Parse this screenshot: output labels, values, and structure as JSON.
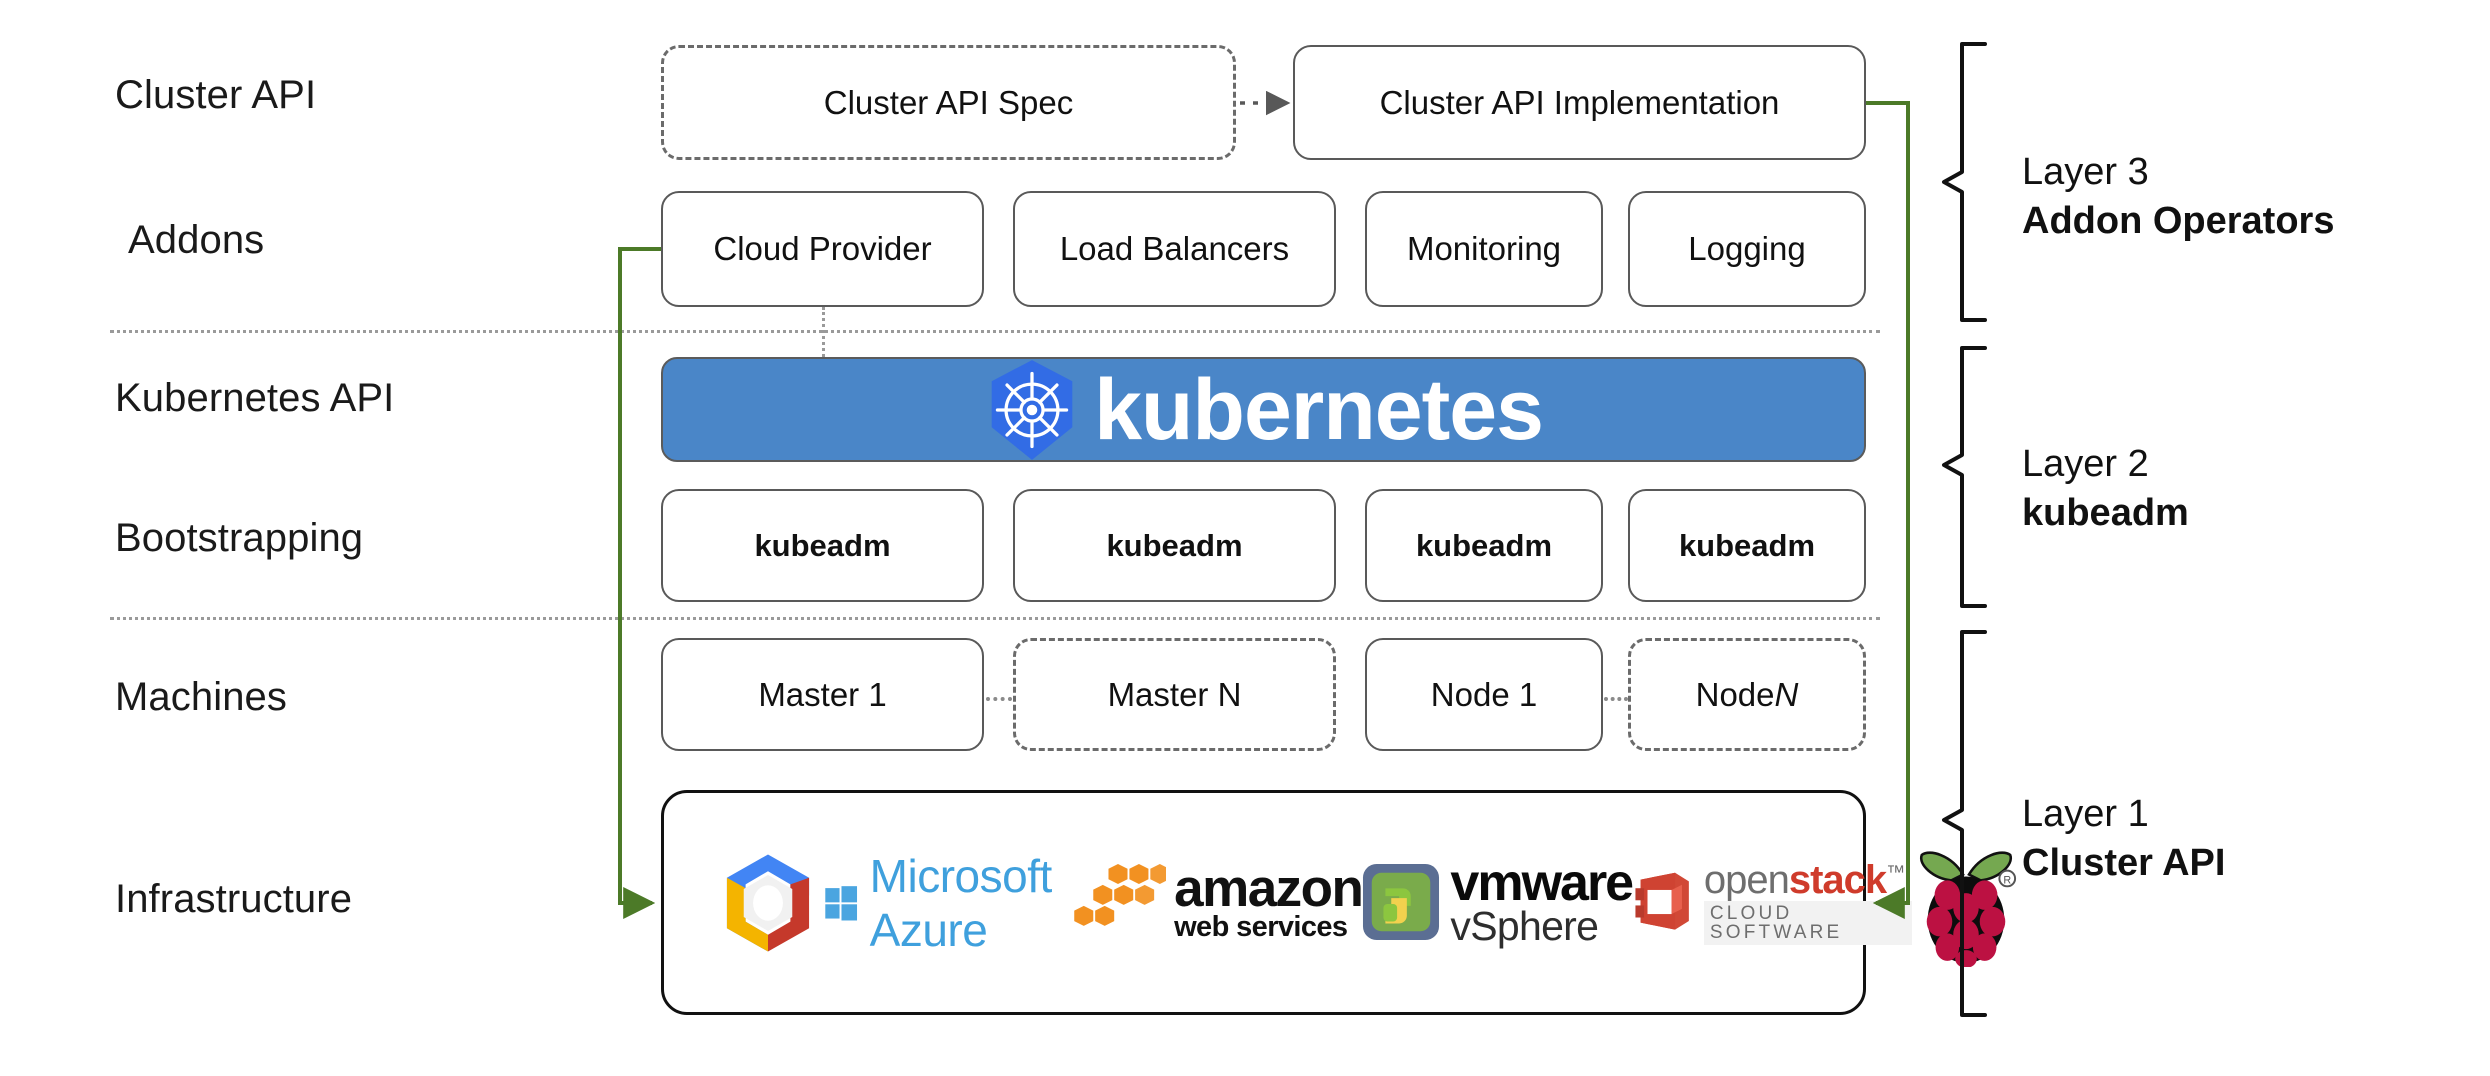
{
  "diagram": {
    "title": "Kubernetes Cluster API layered architecture",
    "accent_green": "#4c7a28",
    "kube_bar_color": "#4a86c8",
    "kube_logo_color": "#326ce5",
    "box_border_color": "#595959",
    "separator_color": "#9a9a9a"
  },
  "row_labels": [
    {
      "id": "cluster-api",
      "text": "Cluster API"
    },
    {
      "id": "addons",
      "text": "Addons"
    },
    {
      "id": "kubernetes-api",
      "text": "Kubernetes API"
    },
    {
      "id": "bootstrapping",
      "text": "Bootstrapping"
    },
    {
      "id": "machines",
      "text": "Machines"
    },
    {
      "id": "infrastructure",
      "text": "Infrastructure"
    }
  ],
  "cluster_api_row": {
    "spec": {
      "label": "Cluster API Spec",
      "style": "dashed"
    },
    "implementation": {
      "label": "Cluster API Implementation",
      "style": "solid"
    },
    "connector": "dotted-arrow-right"
  },
  "addons_row": {
    "boxes": [
      {
        "label": "Cloud Provider"
      },
      {
        "label": "Load Balancers"
      },
      {
        "label": "Monitoring"
      },
      {
        "label": "Logging"
      }
    ]
  },
  "kubernetes_row": {
    "wordmark": "kubernetes",
    "logo": "kubernetes-helm-wheel"
  },
  "bootstrapping_row": {
    "boxes": [
      {
        "label": "kubeadm"
      },
      {
        "label": "kubeadm"
      },
      {
        "label": "kubeadm"
      },
      {
        "label": "kubeadm"
      }
    ]
  },
  "machines_row": {
    "boxes": [
      {
        "label": "Master 1",
        "style": "solid",
        "italic_suffix": ""
      },
      {
        "label": "Master N",
        "style": "dashed",
        "italic_suffix": ""
      },
      {
        "label": "Node 1",
        "style": "solid",
        "italic_suffix": ""
      },
      {
        "label_prefix": "Node ",
        "label": "Node N",
        "style": "dashed",
        "italic_suffix": "N"
      }
    ]
  },
  "infrastructure_row": {
    "providers": [
      {
        "name": "Google Cloud Platform",
        "icon": "google-cloud-hexagon-logo",
        "text": ""
      },
      {
        "name": "Microsoft Azure",
        "icon": "microsoft-windows-logo",
        "text": "Microsoft Azure"
      },
      {
        "name": "Amazon Web Services",
        "icon": "aws-cubes-logo",
        "text": "amazon",
        "subtext": "web services"
      },
      {
        "name": "VMware vSphere",
        "icon": "vmware-logo",
        "text": "vmware",
        "subtext": "vSphere"
      },
      {
        "name": "OpenStack",
        "icon": "openstack-logo",
        "text": "openstack",
        "subtext": "CLOUD SOFTWARE"
      },
      {
        "name": "Raspberry Pi",
        "icon": "raspberry-pi-logo",
        "text": ""
      }
    ]
  },
  "layers": [
    {
      "id": "layer-3",
      "number": "Layer 3",
      "name": "Addon Operators"
    },
    {
      "id": "layer-2",
      "number": "Layer 2",
      "name": "kubeadm"
    },
    {
      "id": "layer-1",
      "number": "Layer 1",
      "name": "Cluster API"
    }
  ]
}
